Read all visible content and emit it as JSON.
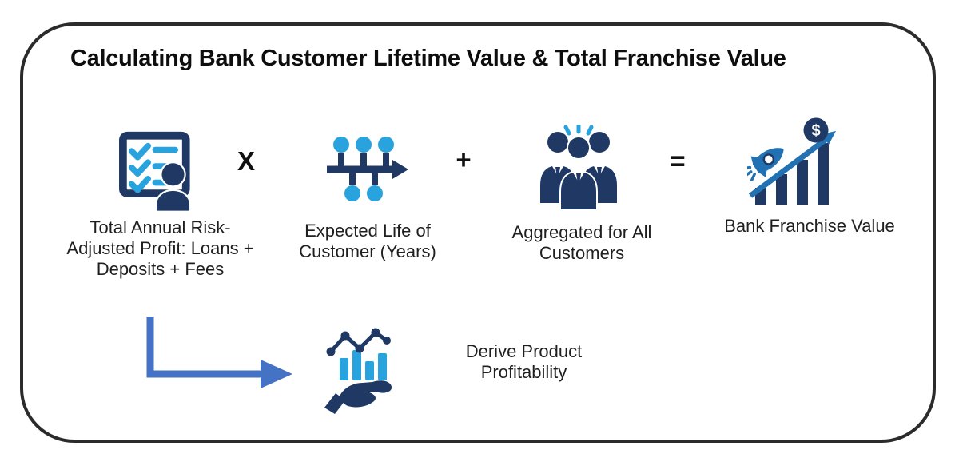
{
  "title": "Calculating Bank Customer Lifetime Value & Total Franchise Value",
  "operators": {
    "multiply": "X",
    "plus": "+",
    "equals": "="
  },
  "steps": [
    {
      "icon": "checklist-person-icon",
      "lines": [
        "Total Annual Risk-",
        "Adjusted Profit: Loans +",
        "Deposits + Fees"
      ]
    },
    {
      "icon": "timeline-arrow-icon",
      "lines": [
        "Expected Life of",
        "Customer (Years)"
      ]
    },
    {
      "icon": "customers-group-icon",
      "lines": [
        "Aggregated for All",
        "Customers"
      ]
    },
    {
      "icon": "growth-chart-dollar-icon",
      "lines": [
        "Bank Franchise Value"
      ]
    }
  ],
  "derive": {
    "icon": "hand-holding-chart-icon",
    "lines": [
      "Derive Product",
      "Profitability"
    ]
  },
  "coin_symbol": "$",
  "colors": {
    "navy": "#1F3864",
    "light_blue": "#29A3DD",
    "elbow_arrow_blue": "#4472C4",
    "trend_arrow_blue": "#2271B3",
    "border": "#2B2B2B",
    "text": "#1F1F1F"
  }
}
